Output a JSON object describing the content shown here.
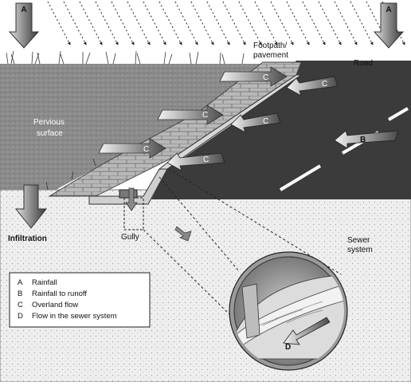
{
  "labels": {
    "rain_left": "A",
    "rain_right": "A",
    "footpath_line1": "Footpath/",
    "footpath_line2": "pavement",
    "road": "Road",
    "pervious_line1": "Pervious",
    "pervious_line2": "surface",
    "infiltration": "Infiltration",
    "gully": "Gully",
    "sewer_line1": "Sewer",
    "sewer_line2": "system",
    "runoff_b": "B",
    "flow_c": "C",
    "sewer_flow_d": "D"
  },
  "legend": [
    {
      "key": "A",
      "text": "Rainfall"
    },
    {
      "key": "B",
      "text": "Rainfall to runoff"
    },
    {
      "key": "C",
      "text": "Overland flow"
    },
    {
      "key": "D",
      "text": "Flow in the sewer system"
    }
  ],
  "colors": {
    "road": "#3a3a3a",
    "grass": "#8a8a8a",
    "soil": "#ececec",
    "arrow": "#6f6f6f"
  }
}
